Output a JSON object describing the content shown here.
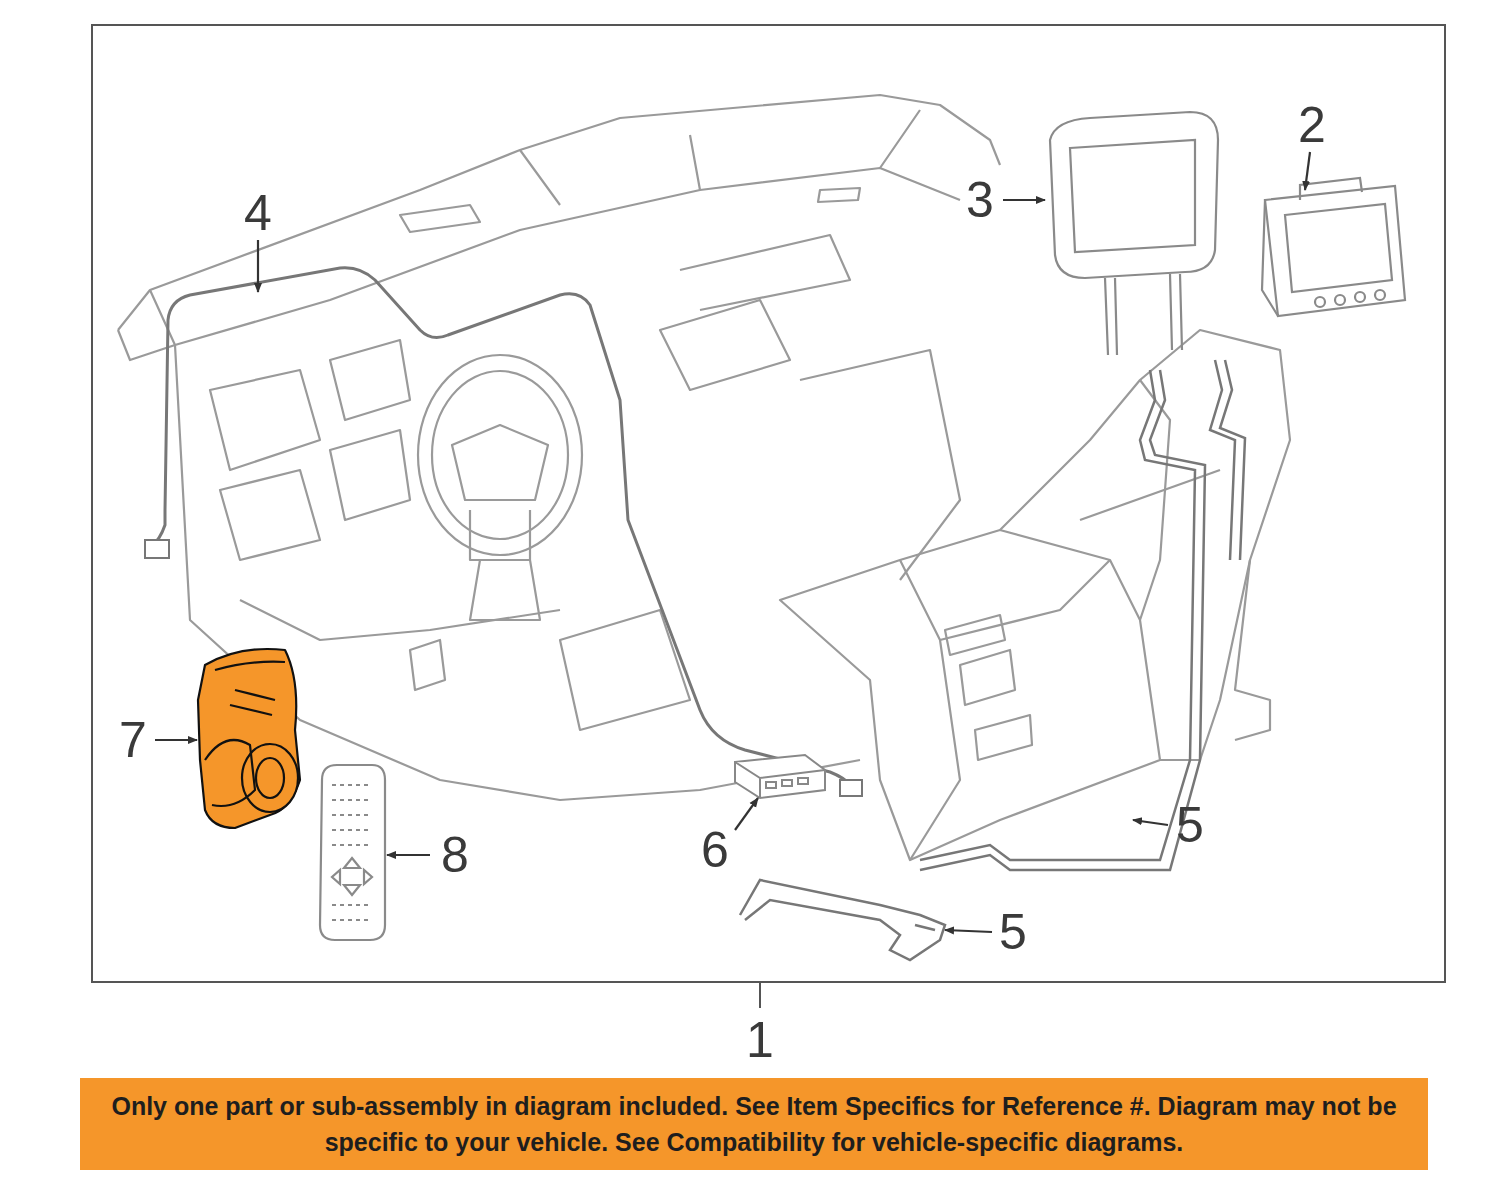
{
  "diagram": {
    "nodes": [
      {
        "text": [
          "Only one part or sub-assembly in diagram included. See Item Specifics for Reference #. Diagram may not be specific to your vehicle. See Compatibility for vehicle-specific diagrams."
        ]
      }
    ],
    "labels": [
      "4",
      "3",
      "2",
      "7",
      "8",
      "6",
      "5",
      "5",
      "1"
    ]
  }
}
